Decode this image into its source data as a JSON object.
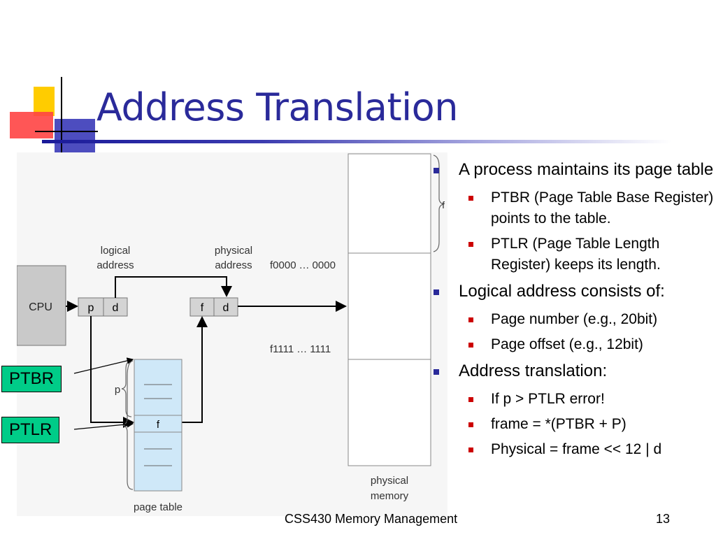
{
  "title": "Address Translation",
  "diagram": {
    "cpu": "CPU",
    "logical_address_label": "logical\naddress",
    "physical_address_label": "physical\naddress",
    "p": "p",
    "d": "d",
    "f": "f",
    "f_brace": "f",
    "p_brace": "p",
    "f0000": "f0000",
    "f1111": "f1111",
    "ellipsis": "…",
    "zeros": "0000",
    "ones": "1111",
    "page_table_label": "page table",
    "physical_memory_label": "physical\nmemory",
    "ptbr": "PTBR",
    "ptlr": "PTLR"
  },
  "bullets": [
    {
      "text": "A process maintains its page table",
      "sub": [
        "PTBR (Page Table Base Register) points to the table.",
        "PTLR (Page Table Length Register) keeps its length."
      ]
    },
    {
      "text": "Logical address consists of:",
      "sub": [
        "Page number (e.g., 20bit)",
        "Page offset (e.g., 12bit)"
      ]
    },
    {
      "text": "Address translation:",
      "sub": [
        "If p > PTLR error!",
        "frame = *(PTBR + P)",
        "Physical = frame << 12 | d"
      ]
    }
  ],
  "footer": "CSS430 Memory Management",
  "page_number": "13",
  "colors": {
    "title": "#2a2a9a",
    "callout_bg": "#00cc88",
    "page_table_fill": "#cfe8f8",
    "bullet_l1": "#2a2a9a",
    "bullet_l2": "#cc0000"
  }
}
